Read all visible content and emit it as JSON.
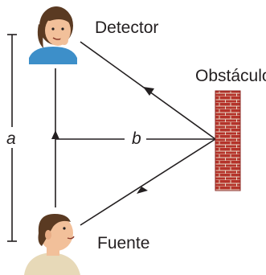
{
  "labels": {
    "detector": "Detector",
    "obstacle": "Obstáculo",
    "source": "Fuente",
    "a": "a",
    "b": "b"
  },
  "colors": {
    "line": "#231f20",
    "brick": "#b5332a",
    "mortar": "#e8d8c8",
    "skin": "#f2c09a",
    "hair": "#5a3a22",
    "shirt_detector": "#3d8fc9",
    "shirt_source": "#e7d9b8"
  }
}
